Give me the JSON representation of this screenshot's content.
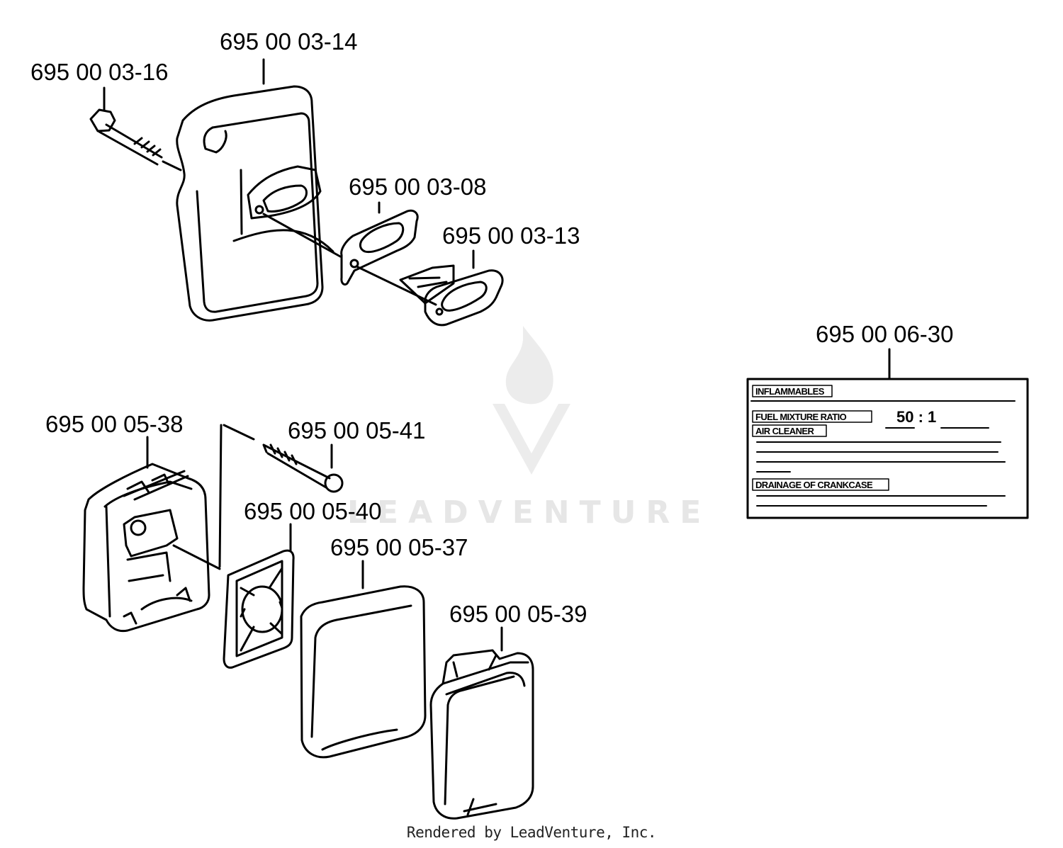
{
  "parts": {
    "muffler_bolt": "695 00 03-16",
    "muffler": "695 00 03-14",
    "gasket": "695 00 03-08",
    "exhaust_deflector": "695 00 03-13",
    "decal": "695 00 06-30",
    "air_filter_housing": "695 00 05-38",
    "housing_screw": "695 00 05-41",
    "filter_holder": "695 00 05-40",
    "air_filter": "695 00 05-37",
    "air_filter_cover": "695 00 05-39"
  },
  "decal": {
    "line1": "INFLAMMABLES",
    "line2": "FUEL MIXTURE RATIO",
    "ratio": "50 : 1",
    "line3": "AIR CLEANER",
    "line4": "DRAINAGE OF CRANKCASE"
  },
  "watermark": "LEADVENTURE",
  "footer": "Rendered by LeadVenture, Inc."
}
